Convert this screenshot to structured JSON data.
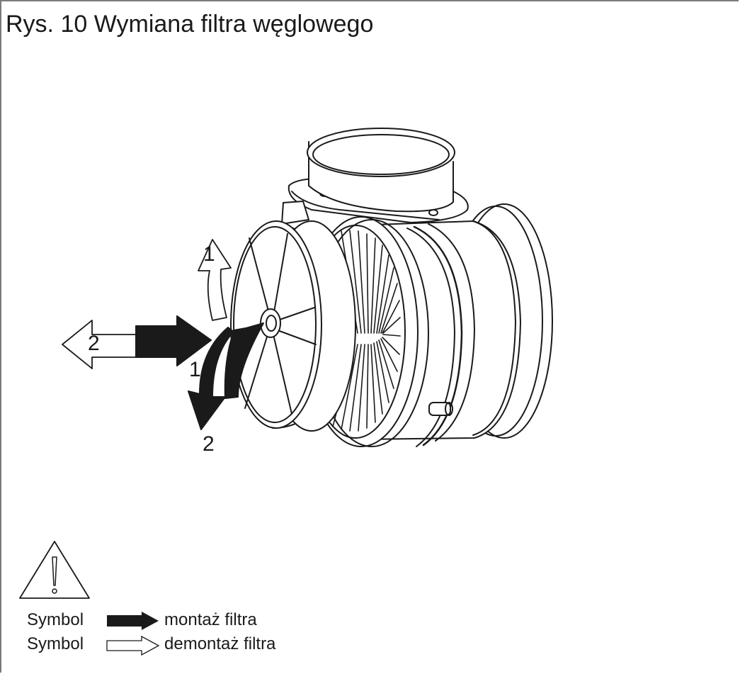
{
  "title": "Rys. 10 Wymiana filtra węglowego",
  "figure": {
    "labels": {
      "rotate_up": "1",
      "pull_out": "2",
      "push_in": "1",
      "rotate_down": "2"
    },
    "icons": [
      "warning-triangle-icon",
      "filled-arrow-icon",
      "outline-arrow-icon"
    ]
  },
  "legend": [
    {
      "symbol": "Symbol",
      "arrow": "filled",
      "text": "montaż filtra"
    },
    {
      "symbol": "Symbol",
      "arrow": "outline",
      "text": "demontaż filtra"
    }
  ],
  "colors": {
    "ink": "#1a1a1a",
    "frame": "#7a7a7a",
    "background": "#ffffff"
  }
}
